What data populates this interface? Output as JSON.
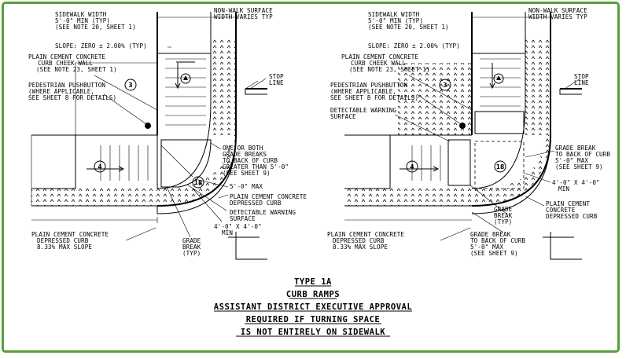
{
  "left": {
    "sidewalk_width": [
      "SIDEWALK WIDTH",
      "5'-0\" MIN (TYP)",
      "(SEE NOTE 20, SHEET 1)"
    ],
    "non_walk": [
      "NON-WALK SURFACE",
      "WIDTH VARIES TYP"
    ],
    "slope": "SLOPE: ZERO ± 2.00% (TYP)",
    "cheek_wall": [
      "PLAIN CEMENT CONCRETE",
      "CURB CHEEK WALL",
      "(SEE NOTE 23, SHEET 1)"
    ],
    "pushbutton": [
      "PEDESTRIAN PUSHBUTTON",
      "(WHERE APPLICABLE,",
      "SEE SHEET 8 FOR DETAILS)"
    ],
    "stop_line": [
      "STOP",
      "LINE"
    ],
    "grade_breaks": [
      "ONE OR BOTH",
      "GRADE BREAKS",
      "TO BACK OF CURB",
      "GREATER THAN 5'-0\"",
      "(SEE SHEET 9)"
    ],
    "five_max": "5'-0\" MAX",
    "depressed_curb": [
      "PLAIN CEMENT CONCRETE",
      "DEPRESSED CURB"
    ],
    "detectable": [
      "DETECTABLE WARNING",
      "SURFACE"
    ],
    "four_by_four": [
      "4'-0\" X 4'-0\"",
      "MIN"
    ],
    "pcc_depressed": [
      "PLAIN CEMENT CONCRETE",
      "DEPRESSED CURB",
      "8.33% MAX SLOPE"
    ],
    "grade_break": [
      "GRADE",
      "BREAK",
      "(TYP)"
    ],
    "badge_3": "3",
    "badge_4": "4",
    "badge_18": "18"
  },
  "right": {
    "sidewalk_width": [
      "SIDEWALK WIDTH",
      "5'-0\" MIN (TYP)",
      "(SEE NOTE 20, SHEET 1)"
    ],
    "non_walk": [
      "NON-WALK SURFACE",
      "WIDTH VARIES TYP"
    ],
    "slope": "SLOPE: ZERO ± 2.00% (TYP)",
    "cheek_wall": [
      "PLAIN CEMENT CONCRETE",
      "CURB CHEEK WALL",
      "(SEE NOTE 23, SHEET 1)"
    ],
    "pushbutton": [
      "PEDESTRIAN PUSHBUTTON",
      "(WHERE APPLICABLE,",
      "SEE SHEET 8 FOR DETAILS)"
    ],
    "detectable": [
      "DETECTABLE WARNING",
      "SURFACE"
    ],
    "stop_line": [
      "STOP",
      "LINE"
    ],
    "grade_break_curb": [
      "GRADE BREAK",
      "TO BACK OF CURB",
      "5'-0\" MAX",
      "(SEE SHEET 9)"
    ],
    "four_by_four": [
      "4'-0\" X 4'-0\"",
      "MIN"
    ],
    "grade_break": [
      "GRADE",
      "BREAK",
      "(TYP)"
    ],
    "depressed_curb": [
      "PLAIN CEMENT",
      "CONCRETE",
      "DEPRESSED CURB"
    ],
    "pcc_depressed": [
      "PLAIN CEMENT CONCRETE",
      "DEPRESSED CURB",
      "8.33% MAX SLOPE"
    ],
    "grade_break_bottom": [
      "GRADE BREAK",
      "TO BACK OF CURB",
      "5'-0\" MAX",
      "(SEE SHEET 9)"
    ],
    "badge_3": "3",
    "badge_4": "4",
    "badge_18": "18"
  },
  "title": [
    "TYPE 1A",
    "CURB RAMPS",
    "ASSISTANT DISTRICT EXECUTIVE APPROVAL",
    "REQUIRED IF TURNING SPACE",
    "IS NOT ENTIRELY ON SIDEWALK"
  ],
  "colors": {
    "frame": "#5a9e3c",
    "ink": "#000000"
  }
}
